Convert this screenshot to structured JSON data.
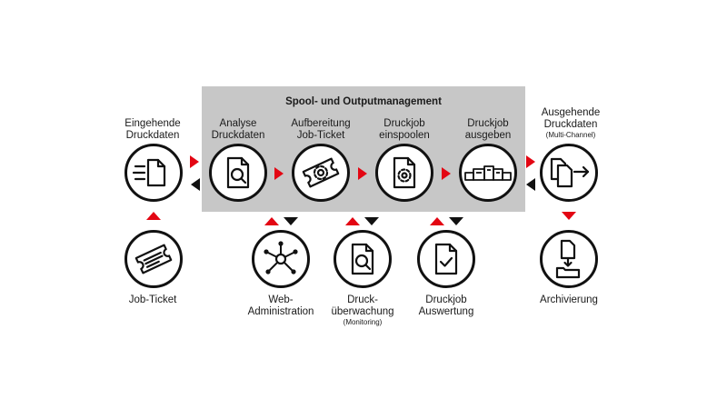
{
  "box_title": "Spool- und Outputmanagement",
  "labels": {
    "eingehende": [
      "Eingehende",
      "Druckdaten"
    ],
    "analyse": [
      "Analyse",
      "Druckdaten"
    ],
    "aufbereitung": [
      "Aufbereitung",
      "Job-Ticket"
    ],
    "einspoolen": [
      "Druckjob",
      "einspoolen"
    ],
    "ausgeben": [
      "Druckjob",
      "ausgeben"
    ],
    "ausgehende": [
      "Ausgehende",
      "Druckdaten"
    ],
    "ausgehende_note": "(Multi-Channel)",
    "jobticket": "Job-Ticket",
    "webadmin": [
      "Web-",
      "Administration"
    ],
    "ueberwachung": [
      "Druck-",
      "überwachung"
    ],
    "ueberwachung_note": "(Monitoring)",
    "auswertung": [
      "Druckjob",
      "Auswertung"
    ],
    "archivierung": "Archivierung"
  },
  "colors": {
    "accent": "#e30613",
    "dark": "#111111",
    "box": "#c7c7c7"
  },
  "icons": {
    "eingehende": "incoming-documents-icon",
    "analyse": "document-search-icon",
    "aufbereitung": "ticket-gear-icon",
    "einspoolen": "document-gear-icon",
    "ausgeben": "printer-line-icon",
    "ausgehende": "outgoing-documents-icon",
    "jobticket": "ticket-icon",
    "webadmin": "network-hub-icon",
    "ueberwachung": "document-magnifier-icon",
    "auswertung": "document-check-icon",
    "archivierung": "archive-folder-icon"
  }
}
